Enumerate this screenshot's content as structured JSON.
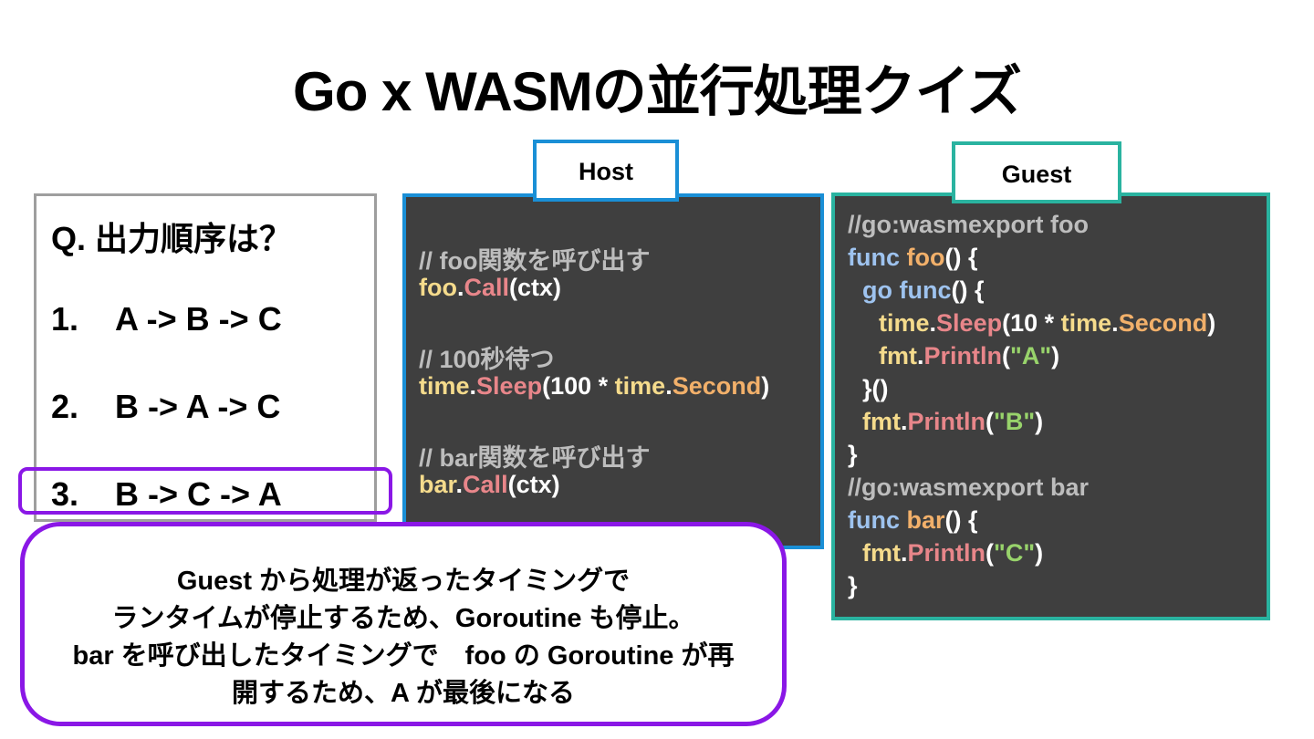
{
  "title": "Go x WASMの並行処理クイズ",
  "question": {
    "title": "Q. 出力順序は？",
    "options": [
      {
        "num": "1.",
        "text": "A -> B -> C"
      },
      {
        "num": "2.",
        "text": "B -> A -> C"
      },
      {
        "num": "3.",
        "text": "B -> C -> A"
      }
    ],
    "highlighted_option": 3
  },
  "host": {
    "tab_label": "Host",
    "code": {
      "c1": "// foo関数を呼び出す",
      "l1_obj": "foo",
      "l1_dot": ".",
      "l1_fn": "Call",
      "l1_args": "(ctx)",
      "c2": "// 100秒待つ",
      "l2_obj": "time",
      "l2_dot": ".",
      "l2_fn": "Sleep",
      "l2_open": "(100 * ",
      "l2_obj2": "time",
      "l2_dot2": ".",
      "l2_const": "Second",
      "l2_close": ")",
      "c3": "// bar関数を呼び出す",
      "l3_obj": "bar",
      "l3_dot": ".",
      "l3_fn": "Call",
      "l3_args": "(ctx)"
    }
  },
  "guest": {
    "tab_label": "Guest",
    "code": {
      "d1": "//go:wasmexport foo",
      "f1_kw": "func",
      "f1_name": "foo",
      "f1_rest": "() {",
      "g_kw": "go",
      "g_kw2": "func",
      "g_rest": "() {",
      "s_obj": "time",
      "s_dot": ".",
      "s_fn": "Sleep",
      "s_open": "(10 * ",
      "s_obj2": "time",
      "s_dot2": ".",
      "s_const": "Second",
      "s_close": ")",
      "pa_obj": "fmt",
      "pa_dot": ".",
      "pa_fn": "Println",
      "pa_open": "(",
      "pa_str": "\"A\"",
      "pa_close": ")",
      "close_go": "}()",
      "pb_obj": "fmt",
      "pb_dot": ".",
      "pb_fn": "Println",
      "pb_open": "(",
      "pb_str": "\"B\"",
      "pb_close": ")",
      "close1": "}",
      "d2": "//go:wasmexport bar",
      "f2_kw": "func",
      "f2_name": "bar",
      "f2_rest": "() {",
      "pc_obj": "fmt",
      "pc_dot": ".",
      "pc_fn": "Println",
      "pc_open": "(",
      "pc_str": "\"C\"",
      "pc_close": ")",
      "close2": "}"
    }
  },
  "answer": {
    "lines": [
      "Guest から処理が返ったタイミングで",
      "ランタイムが停止するため、Goroutine も停止。",
      "bar を呼び出したタイミングで　foo の Goroutine が再",
      "開するため、A が最後になる"
    ]
  },
  "colors": {
    "highlight": "#8a17e6",
    "host_border": "#1a8fd6",
    "guest_border": "#2ab3a0",
    "code_bg": "#3f3f3f"
  }
}
